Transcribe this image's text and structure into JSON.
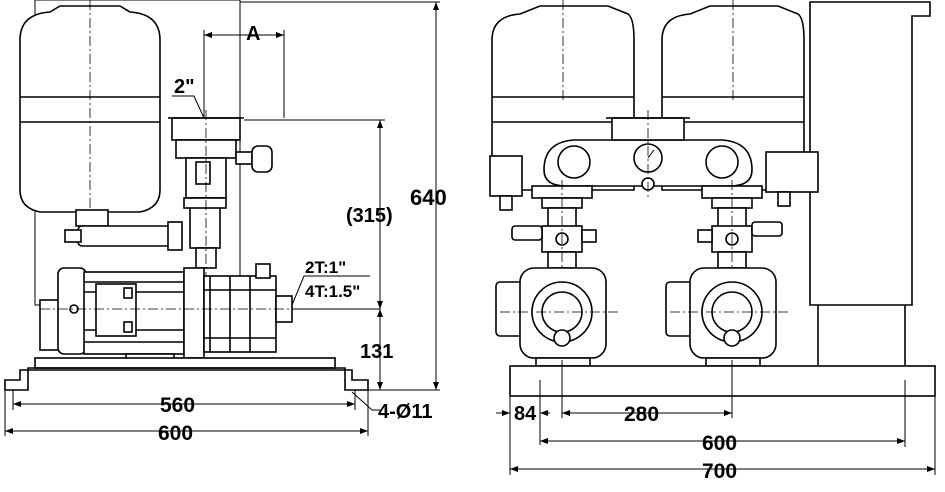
{
  "dimensions": {
    "side_width_base": "560",
    "side_width_total": "600",
    "side_height_total": "640",
    "side_height_manifold": "(315)",
    "side_height_inlet": "131",
    "side_outlet_size": "2\"",
    "side_offset_a": "A",
    "inlet_size_2t": "2T:1\"",
    "inlet_size_4t": "4T:1.5\"",
    "mounting_holes": "4-Ø11",
    "front_offset": "84",
    "front_pump_spacing": "280",
    "front_width_base": "600",
    "front_width_total": "700"
  }
}
